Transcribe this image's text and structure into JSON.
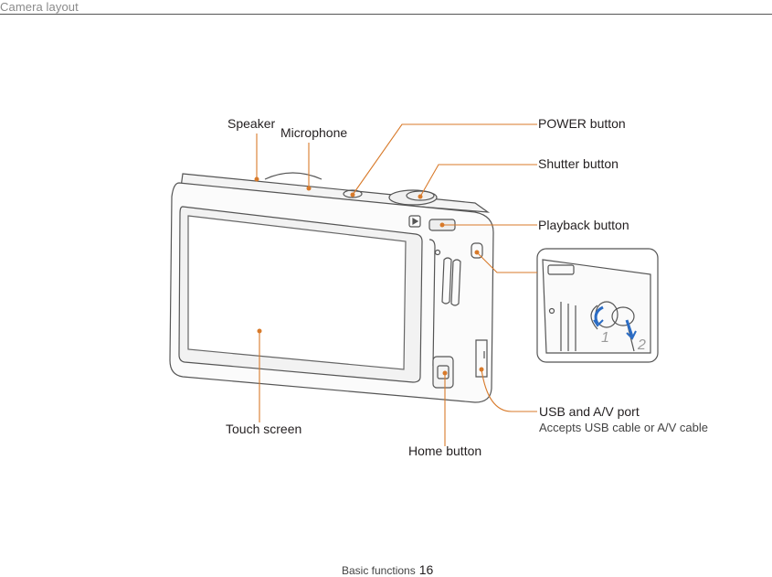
{
  "header": {
    "title": "Camera layout"
  },
  "callouts": {
    "speaker": "Speaker",
    "microphone": "Microphone",
    "power_button": "POWER button",
    "shutter_button": "Shutter button",
    "playback_button": "Playback button",
    "touch_screen": "Touch screen",
    "home_button": "Home button",
    "usb_port": "USB and A/V port",
    "usb_port_desc": "Accepts USB cable or A/V cable"
  },
  "inset": {
    "step1": "1",
    "step2": "2"
  },
  "footer": {
    "section": "Basic functions",
    "page": "16"
  },
  "colors": {
    "leader": "#d87a2a",
    "arrow": "#2b6cc4",
    "outline": "#555555"
  }
}
